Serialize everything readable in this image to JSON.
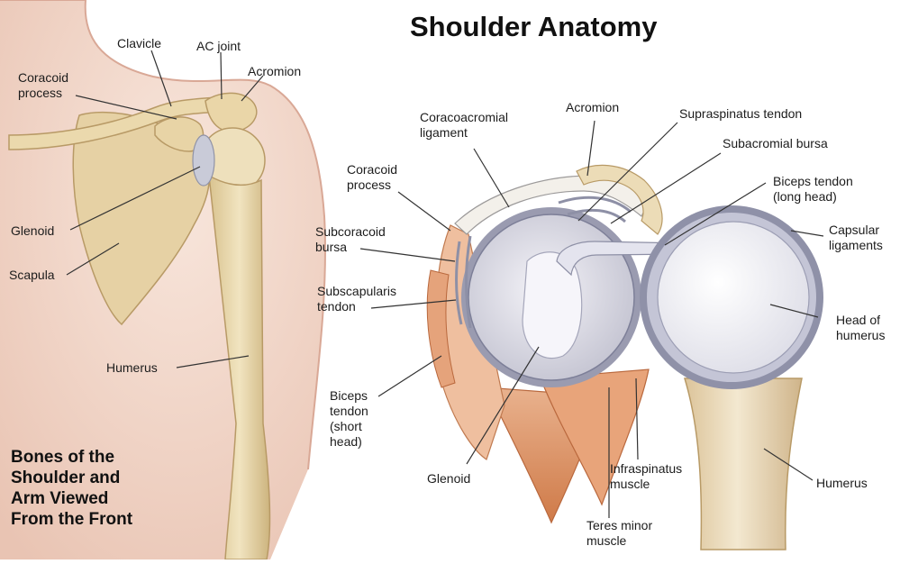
{
  "title": "Shoulder Anatomy",
  "left_panel": {
    "caption": "Bones of the\nShoulder and\nArm Viewed\nFrom the Front",
    "labels": {
      "clavicle": "Clavicle",
      "ac_joint": "AC joint",
      "acromion": "Acromion",
      "coracoid_process": "Coracoid\nprocess",
      "glenoid": "Glenoid",
      "scapula": "Scapula",
      "humerus": "Humerus"
    }
  },
  "right_panel": {
    "labels": {
      "coracoacromial_ligament": "Coracoacromial\nligament",
      "acromion": "Acromion",
      "supraspinatus_tendon": "Supraspinatus tendon",
      "subacromial_bursa": "Subacromial bursa",
      "coracoid_process": "Coracoid\nprocess",
      "biceps_tendon_long": "Biceps tendon\n(long head)",
      "subcoracoid_bursa": "Subcoracoid\nbursa",
      "capsular_ligaments": "Capsular\nligaments",
      "subscapularis_tendon": "Subscapularis\ntendon",
      "head_of_humerus": "Head of\nhumerus",
      "biceps_tendon_short": "Biceps\ntendon\n(short\nhead)",
      "glenoid": "Glenoid",
      "infraspinatus_muscle": "Infraspinatus\nmuscle",
      "humerus": "Humerus",
      "teres_minor_muscle": "Teres minor\nmuscle"
    }
  },
  "colors": {
    "skin": "#f3dcd0",
    "bone": "#ecdcb2",
    "muscle": "#dc9466",
    "capsule": "#b8b8c8",
    "cartilage": "#ecebf2"
  }
}
